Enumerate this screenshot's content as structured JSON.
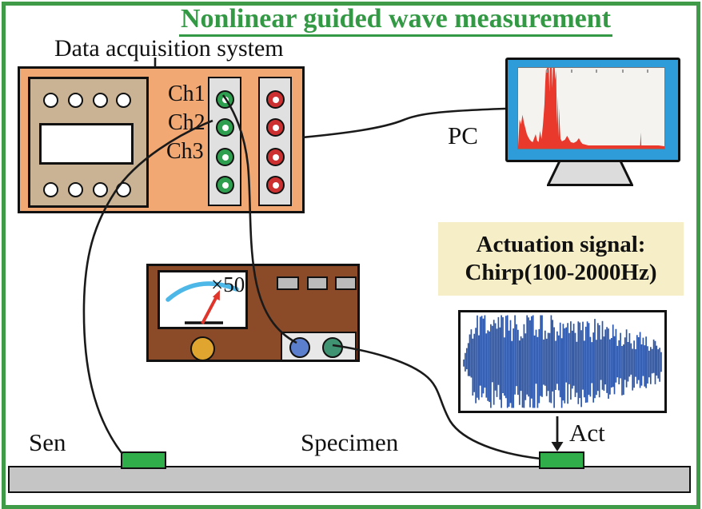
{
  "title": "Nonlinear guided wave measurement",
  "daq": {
    "label": "Data acquisition system",
    "channels": [
      "Ch1",
      "Ch2",
      "Ch3"
    ]
  },
  "pc_label": "PC",
  "amplifier": {
    "gain_label": "×50"
  },
  "actuation_note": {
    "line1": "Actuation signal:",
    "line2": "Chirp(100-2000Hz)"
  },
  "bottom": {
    "sensor_label": "Sen",
    "specimen_label": "Specimen",
    "actuator_label": "Act"
  },
  "colors": {
    "frame_green": "#3f9b47",
    "title_green": "#339944",
    "daq_orange": "#f2a873",
    "panel_tan": "#c9b394",
    "strip_gray": "#e0e0e0",
    "jack_green": "#2e9e4f",
    "jack_red": "#cc3030",
    "monitor_blue": "#2e9cd8",
    "screen_white": "#f5f3f0",
    "spectrum_red": "#e8392c",
    "amp_brown": "#8c4b28",
    "knob_gold": "#e0a52f",
    "plug_blue": "#5b7fcc",
    "plug_green": "#3f9372",
    "meter_arc_blue": "#4db7e8",
    "needle_red": "#e0352b",
    "note_cream": "#f6eec6",
    "chirp_blue": "#2b55a8",
    "specimen_gray": "#c5c5c5",
    "transducer_green": "#2fae49",
    "stand_gray": "#dcdcdc",
    "cable_black": "#1a1a1a"
  },
  "spectrum": {
    "type": "area",
    "color": "#e8392c",
    "points": [
      [
        0,
        3
      ],
      [
        1,
        36
      ],
      [
        2,
        30
      ],
      [
        3,
        42
      ],
      [
        4,
        32
      ],
      [
        5,
        25
      ],
      [
        6,
        18
      ],
      [
        7,
        14
      ],
      [
        8,
        11
      ],
      [
        9,
        9
      ],
      [
        10,
        8
      ],
      [
        11,
        13
      ],
      [
        12,
        18
      ],
      [
        13,
        10
      ],
      [
        14,
        8
      ],
      [
        15,
        22
      ],
      [
        16,
        12
      ],
      [
        17,
        30
      ],
      [
        18,
        55
      ],
      [
        18.5,
        80
      ],
      [
        19,
        97
      ],
      [
        20,
        100
      ],
      [
        21,
        100
      ],
      [
        21.4,
        70
      ],
      [
        21.8,
        100
      ],
      [
        23,
        100
      ],
      [
        23.4,
        75
      ],
      [
        23.8,
        100
      ],
      [
        25,
        100
      ],
      [
        25.5,
        85
      ],
      [
        26,
        97
      ],
      [
        26.5,
        30
      ],
      [
        27,
        65
      ],
      [
        27.5,
        14
      ],
      [
        28,
        50
      ],
      [
        28.5,
        28
      ],
      [
        29,
        12
      ],
      [
        30,
        9
      ],
      [
        32,
        11
      ],
      [
        33.5,
        16
      ],
      [
        35,
        11
      ],
      [
        36,
        8
      ],
      [
        38,
        7
      ],
      [
        40,
        9
      ],
      [
        41.5,
        13
      ],
      [
        43,
        8
      ],
      [
        44,
        6
      ],
      [
        46,
        5
      ],
      [
        48,
        4
      ],
      [
        52,
        4
      ],
      [
        56,
        4
      ],
      [
        60,
        4
      ],
      [
        64,
        4
      ],
      [
        68,
        4
      ],
      [
        72,
        4
      ],
      [
        76,
        4
      ],
      [
        80,
        4
      ],
      [
        83.4,
        4
      ],
      [
        83.8,
        20
      ],
      [
        84.2,
        4
      ],
      [
        88,
        4
      ],
      [
        92,
        4
      ],
      [
        96,
        4
      ],
      [
        100,
        3
      ]
    ]
  },
  "chirp": {
    "type": "waveform",
    "color": "#2b55a8",
    "bars": 132,
    "envelope": [
      [
        0,
        0.1
      ],
      [
        0.03,
        0.55
      ],
      [
        0.07,
        0.9
      ],
      [
        0.15,
        0.97
      ],
      [
        0.4,
        1.0
      ],
      [
        0.55,
        0.95
      ],
      [
        0.65,
        0.85
      ],
      [
        0.75,
        0.72
      ],
      [
        0.85,
        0.62
      ],
      [
        0.93,
        0.52
      ],
      [
        1,
        0.45
      ]
    ]
  }
}
